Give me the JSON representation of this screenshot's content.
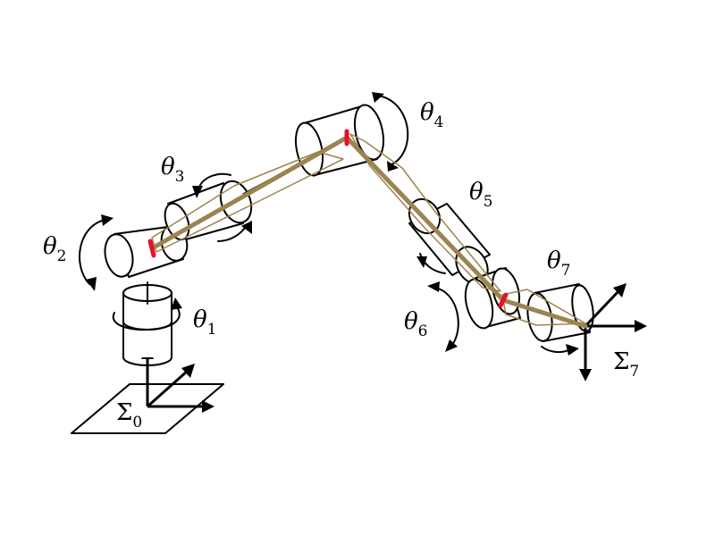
{
  "labels": {
    "theta1": {
      "sym": "θ",
      "sub": "1"
    },
    "theta2": {
      "sym": "θ",
      "sub": "2"
    },
    "theta3": {
      "sym": "θ",
      "sub": "3"
    },
    "theta4": {
      "sym": "θ",
      "sub": "4"
    },
    "theta5": {
      "sym": "θ",
      "sub": "5"
    },
    "theta6": {
      "sym": "θ",
      "sub": "6"
    },
    "theta7": {
      "sym": "θ",
      "sub": "7"
    },
    "frame0": {
      "sym": "Σ",
      "sub": "0"
    },
    "frame7": {
      "sym": "Σ",
      "sub": "7"
    }
  },
  "colors": {
    "line": "#000000",
    "link_overlay": "#9c8450",
    "joint_marker": "#e8102a"
  }
}
